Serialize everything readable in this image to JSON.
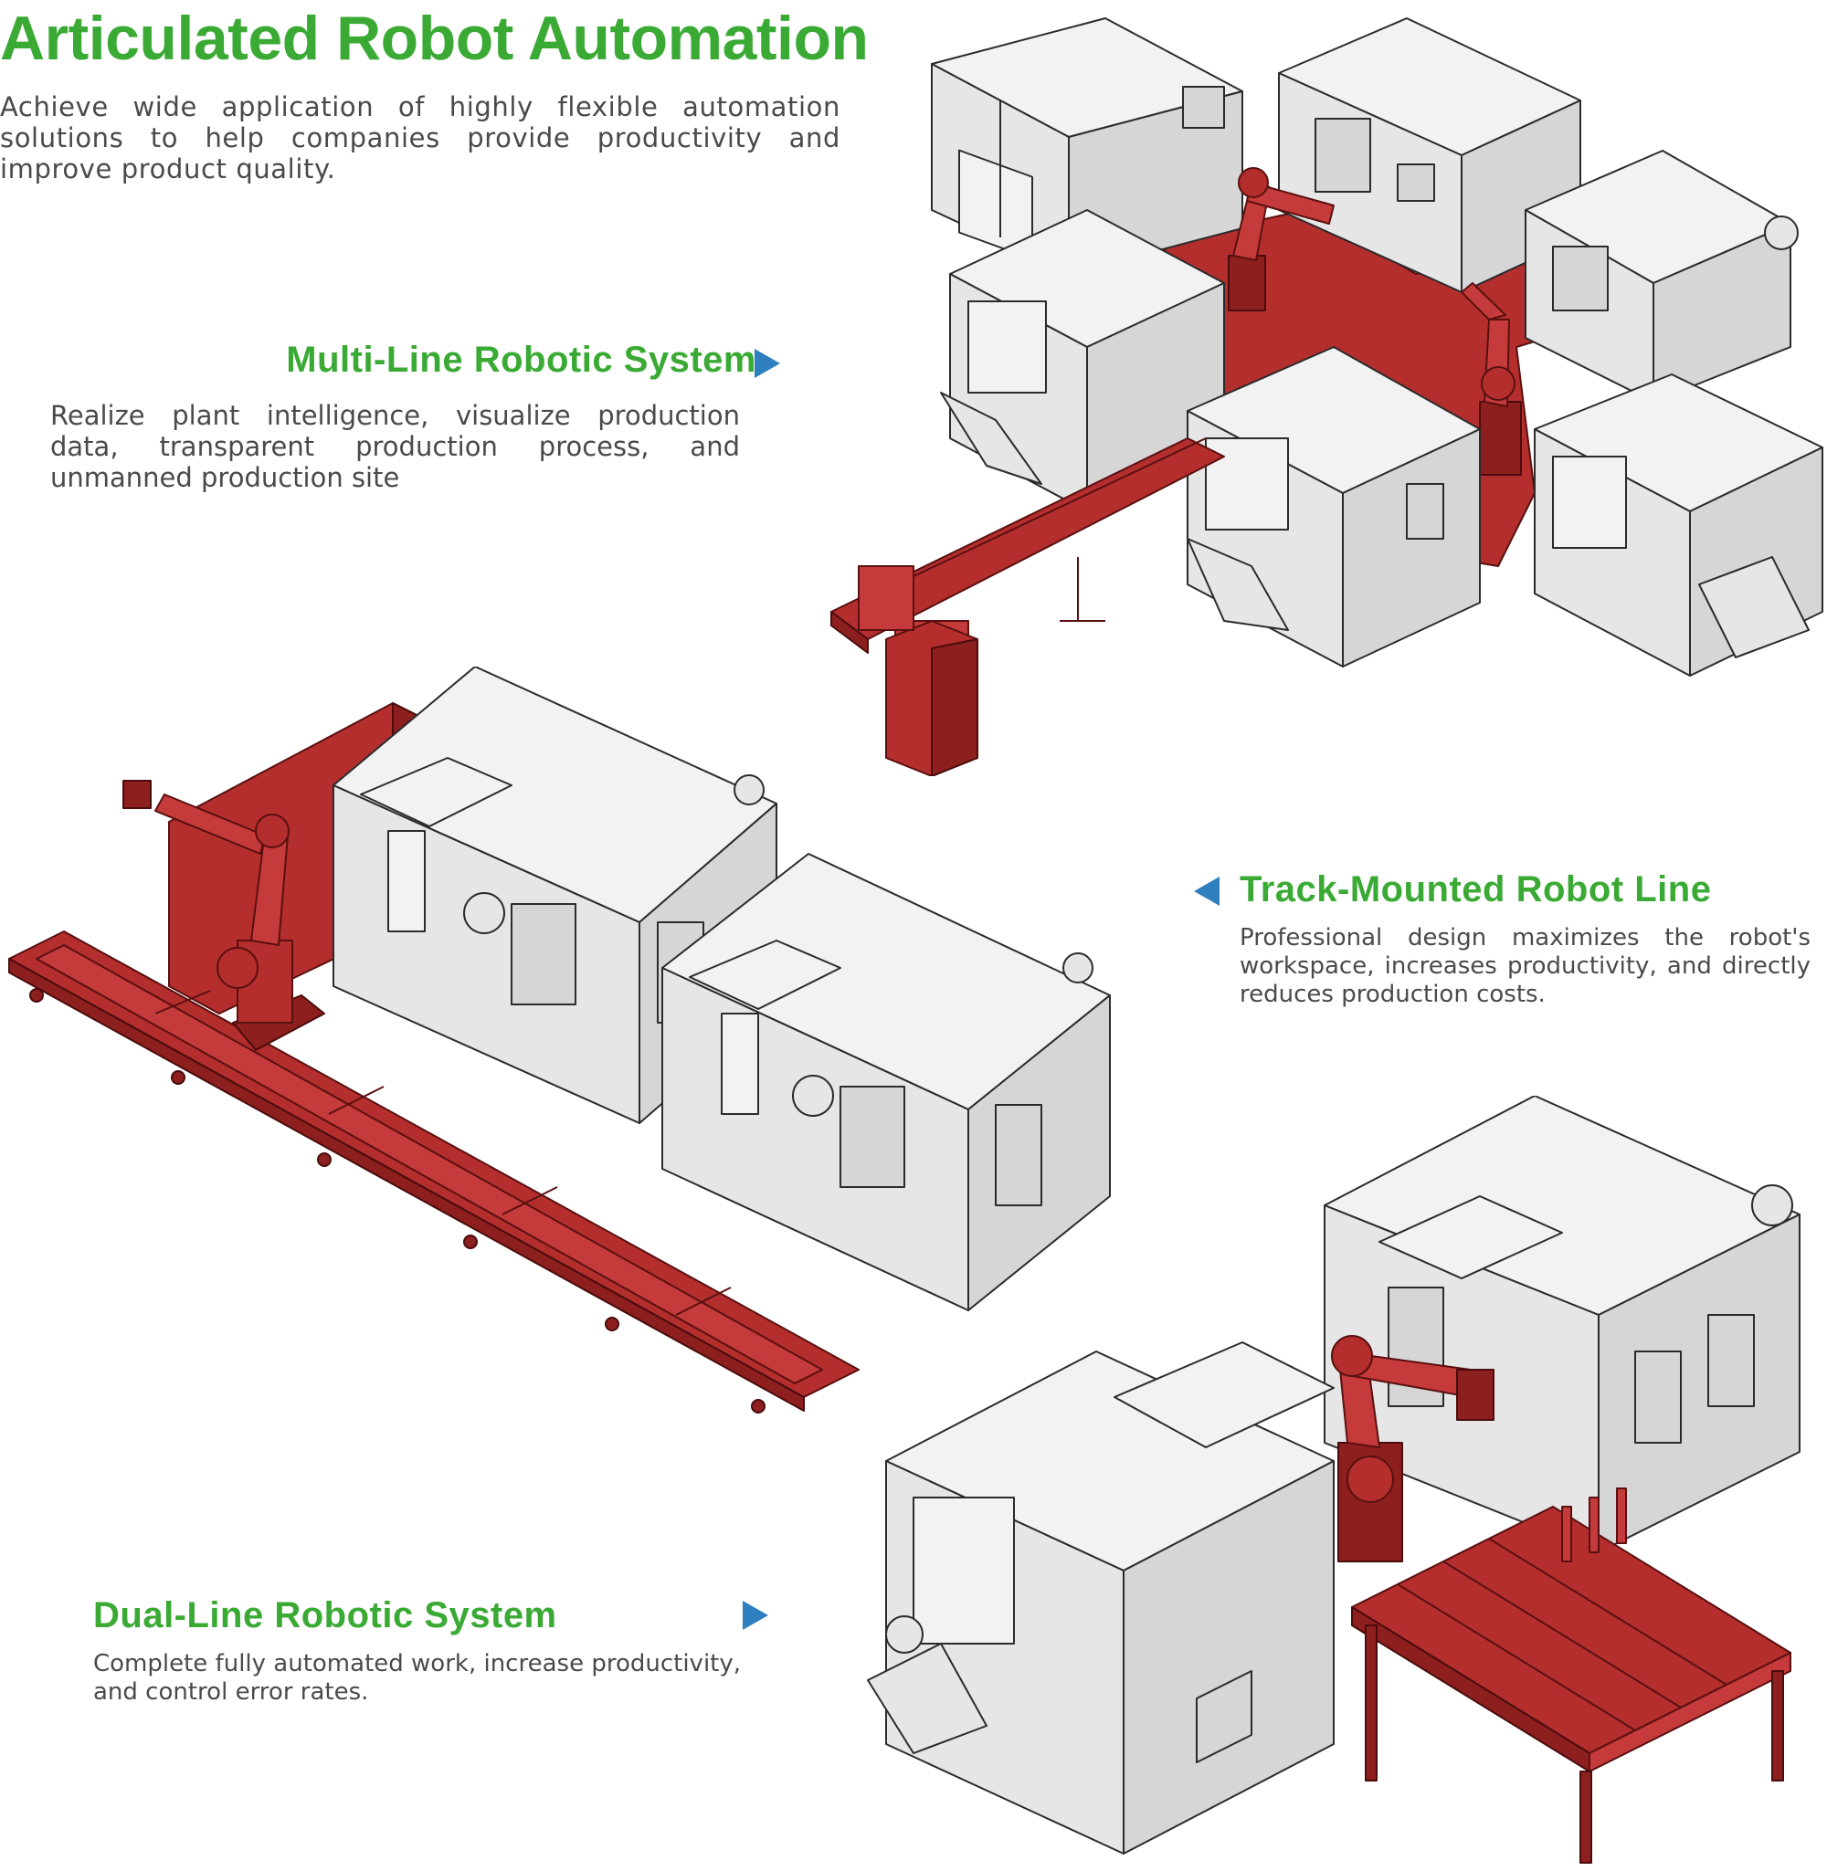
{
  "header": {
    "title": "Articulated Robot Automation",
    "intro": "Achieve wide application of highly flexible automation solutions to help companies provide productivity and improve product quality."
  },
  "sections": [
    {
      "heading": "Multi-Line Robotic System",
      "description": "Realize plant intelligence, visualize production data, transparent production process, and unmanned production site",
      "arrow_icon": "triangle-right-icon"
    },
    {
      "heading": "Track-Mounted Robot Line",
      "description": "Professional design maximizes the robot's workspace, increases productivity, and directly reduces production costs.",
      "arrow_icon": "triangle-left-icon"
    },
    {
      "heading": "Dual-Line Robotic System",
      "description": "Complete fully automated work, increase productivity, and control error rates.",
      "arrow_icon": "triangle-right-icon"
    }
  ],
  "colors": {
    "heading_green": "#3aaa35",
    "body_text": "#4a4a4a",
    "arrow_blue": "#2f7fbf",
    "robot_red": "#b42e2e",
    "machine_gray": "#e6e6e6"
  }
}
